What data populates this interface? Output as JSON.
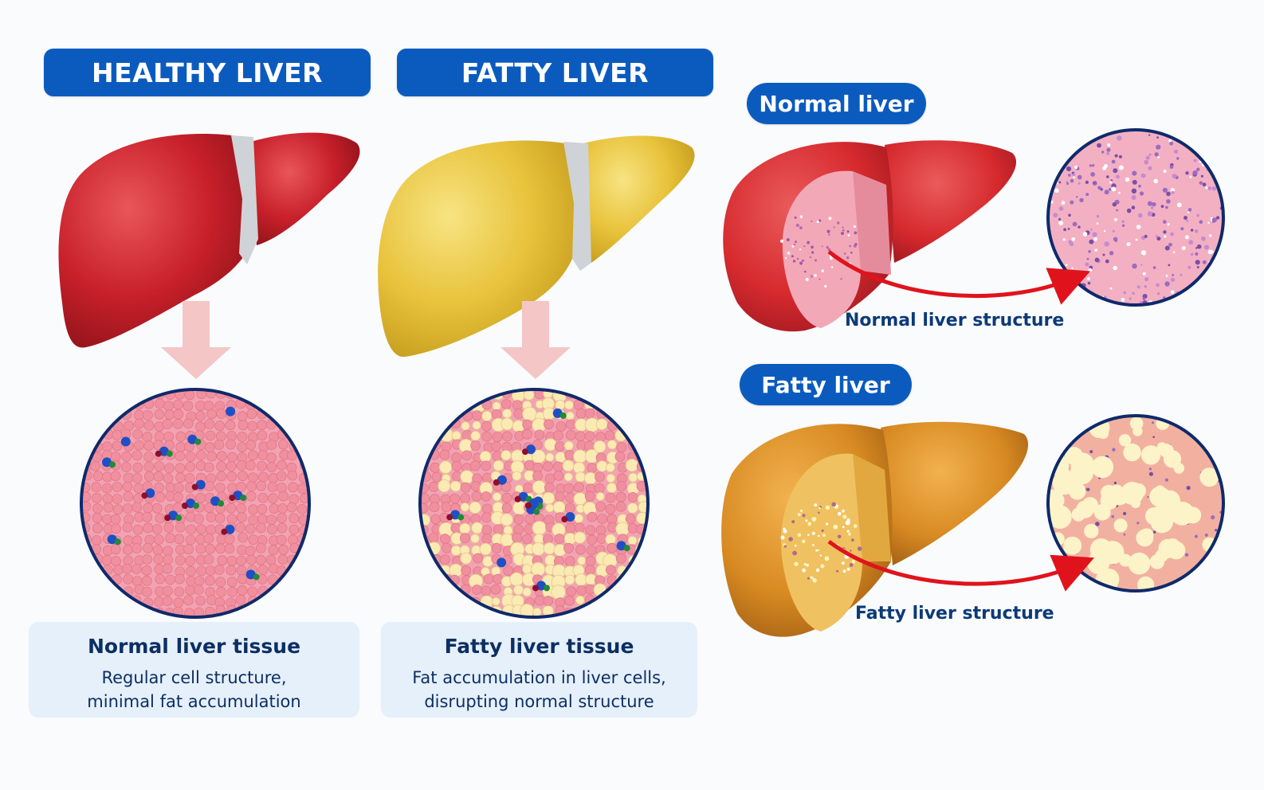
{
  "panels": {
    "healthy": {
      "title": "HEALTHY LIVER",
      "tissue_title": "Normal liver tissue",
      "tissue_desc_1": "Regular cell structure,",
      "tissue_desc_2": "minimal fat accumulation",
      "liver_color": "#c8202a",
      "tissue_color": "#f2a3b3"
    },
    "fatty": {
      "title": "FATTY LIVER",
      "tissue_title": "Fatty liver tissue",
      "tissue_desc_1": "Fat accumulation in liver cells,",
      "tissue_desc_2": "disrupting normal structure",
      "liver_color": "#e8c23a",
      "tissue_color": "#f2a3b3",
      "fat_color": "#fbeab4"
    }
  },
  "side": {
    "normal": {
      "label": "Normal liver",
      "caption": "Normal liver structure",
      "liver_color": "#d62a2e",
      "interior_color": "#f3a8b8"
    },
    "fatty": {
      "label": "Fatty liver",
      "caption": "Fatty liver structure",
      "liver_color": "#d88a22",
      "interior_color": "#f0c160"
    }
  },
  "colors": {
    "label_blue": "#0b5bbf",
    "text_navy": "#0c2f63",
    "arrow_red": "#e0131c",
    "arrow_pink": "#f4c6c6",
    "ring_navy": "#0e2a6b"
  }
}
